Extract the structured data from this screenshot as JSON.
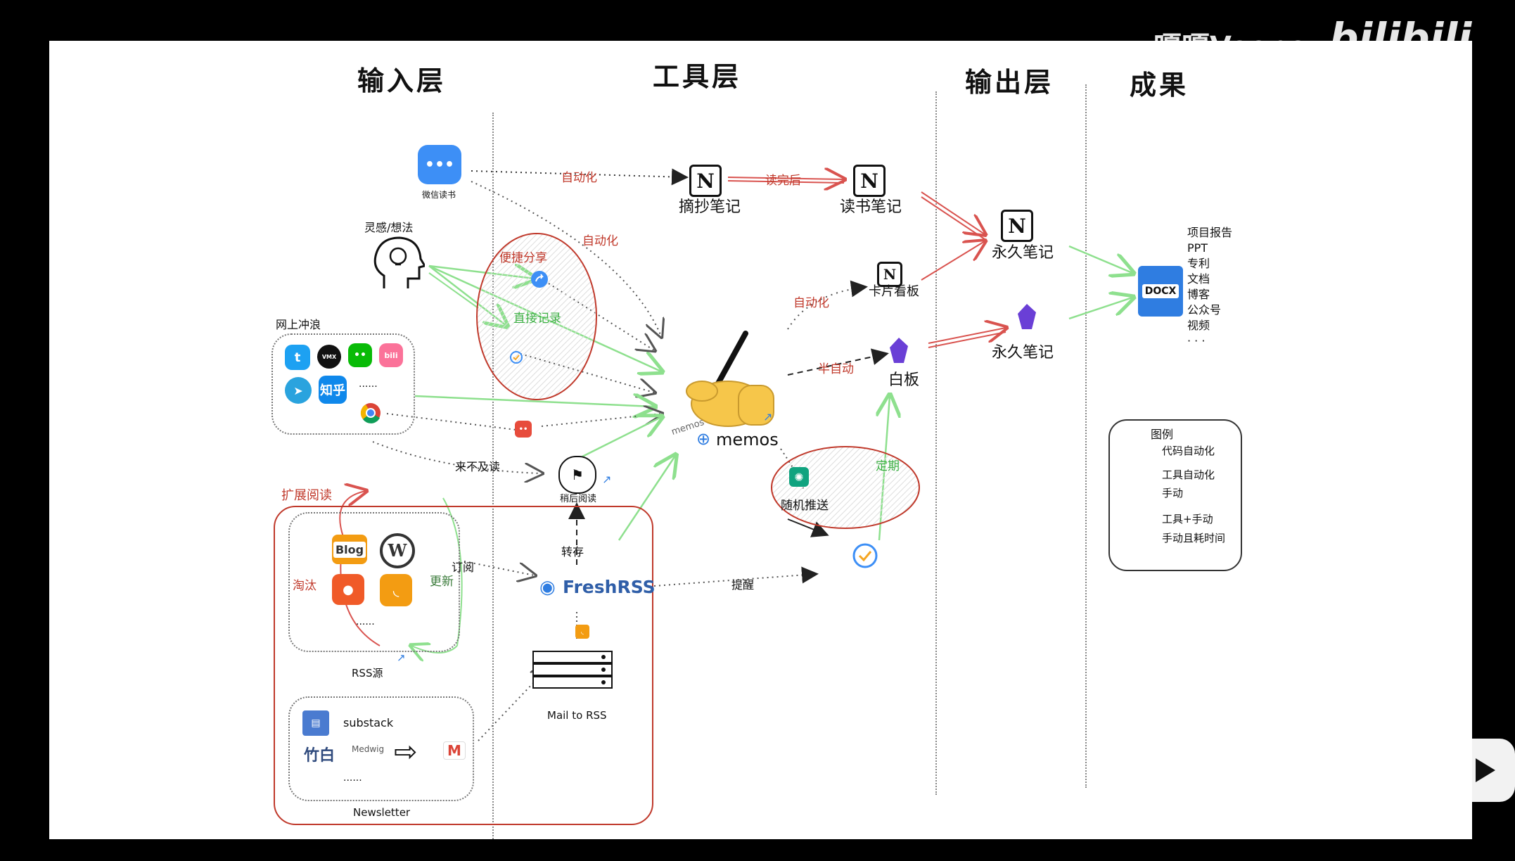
{
  "watermark": {
    "user": "嘎嘎Veepo",
    "brand": "bilibili"
  },
  "columns": {
    "input": "输入层",
    "tools": "工具层",
    "output": "输出层",
    "result": "成果"
  },
  "nodes": {
    "weread_caption": "微信读书",
    "excerpt_notes": "摘抄笔记",
    "reading_notes": "读书笔记",
    "permanent_notes_1": "永久笔记",
    "permanent_notes_2": "永久笔记",
    "card_board": "卡片看板",
    "whiteboard": "白板",
    "inspiration": "灵感/想法",
    "online_surfing": "网上冲浪",
    "zhihu": "知乎",
    "more_dots_1": "......",
    "quick_post": "便捷分享",
    "direct_record": "直接记录",
    "read_later_caption": "稍后阅读",
    "no_time_read": "来不及读",
    "memos_small": "memos",
    "memos_big": "memos",
    "random_push": "随机推送",
    "extended_reading": "扩展阅读",
    "blog": "Blog",
    "eliminate": "淘汰",
    "update": "更新",
    "more_dots_2": "......",
    "rss_source": "RSS源",
    "subscribe": "订阅",
    "freshrss": "FreshRSS",
    "transfer": "转存",
    "remind": "提醒",
    "mail_to_rss": "Mail to RSS",
    "substack": "substack",
    "zhubai": "竹白",
    "medwig": "Medwig",
    "more_dots_3": "......",
    "newsletter": "Newsletter",
    "docx": "DOCX"
  },
  "edge_labels": {
    "auto_1": "自动化",
    "read_done": "读完后",
    "auto_2": "自动化",
    "auto_3": "自动化",
    "semi_auto": "半自动",
    "fixed": "定期"
  },
  "results_list": [
    "项目报告",
    "PPT",
    "专利",
    "文档",
    "博客",
    "公众号",
    "视频",
    "· · ·"
  ],
  "legend": {
    "title": "图例",
    "items": [
      "代码自动化",
      "工具自动化",
      "手动",
      "工具+手动",
      "手动且耗时间"
    ]
  },
  "colors": {
    "red": "#d9534f",
    "green": "#8ee08e",
    "dark": "#222222",
    "blue": "#2f7de1"
  }
}
